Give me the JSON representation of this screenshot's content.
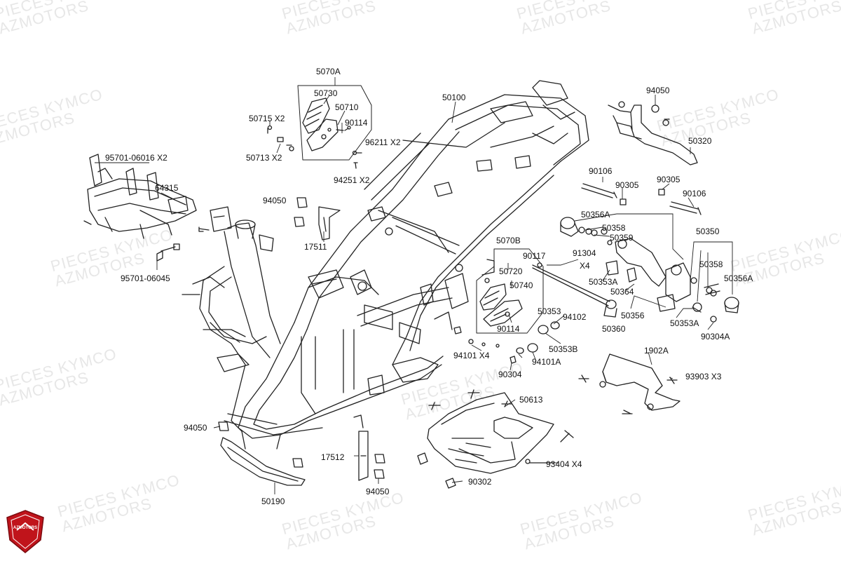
{
  "watermark": {
    "line1": "PIECES KYMCO",
    "line2": "AZMOTORS"
  },
  "logo": {
    "text": "AZMOTORS",
    "color": "#c0141b"
  },
  "labels": {
    "l50070A": "5070A",
    "l50730": "50730",
    "l50710": "50710",
    "l90114a": "90114",
    "l50715": "50715 X2",
    "l50713": "50713 X2",
    "l96211": "96211 X2",
    "l94251": "94251 X2",
    "l50100": "50100",
    "l94050a": "94050",
    "l50320": "50320",
    "l95701a": "95701-06016 X2",
    "l64315": "64315",
    "l94050b": "94050",
    "l17511": "17511",
    "l95701b": "95701-06045",
    "l90106a": "90106",
    "l90305a": "90305",
    "l90305b": "90305",
    "l90106b": "90106",
    "l50356Aa": "50356A",
    "l50358a": "50358",
    "l50359": "50359",
    "l50350": "50350",
    "l5070B": "5070B",
    "l90117": "90117",
    "l91304": "91304",
    "l91304x": "X4",
    "l50720": "50720",
    "l50740": "50740",
    "l50353Aa": "50353A",
    "l50364": "50364",
    "l50358b": "50358",
    "l50356Ab": "50356A",
    "l50353": "50353",
    "l94102": "94102",
    "l50356": "50356",
    "l50353Ab": "50353A",
    "l90114b": "90114",
    "l50360": "50360",
    "l90304A": "90304A",
    "l50353B": "50353B",
    "l94101": "94101 X4",
    "l94101A": "94101A",
    "l90304": "90304",
    "l1902A": "1902A",
    "l93903": "93903  X3",
    "l50613": "50613",
    "l94050c": "94050",
    "l17512": "17512",
    "l93404": "93404  X4",
    "l94050d": "94050",
    "l90302": "90302",
    "l50190": "50190"
  }
}
